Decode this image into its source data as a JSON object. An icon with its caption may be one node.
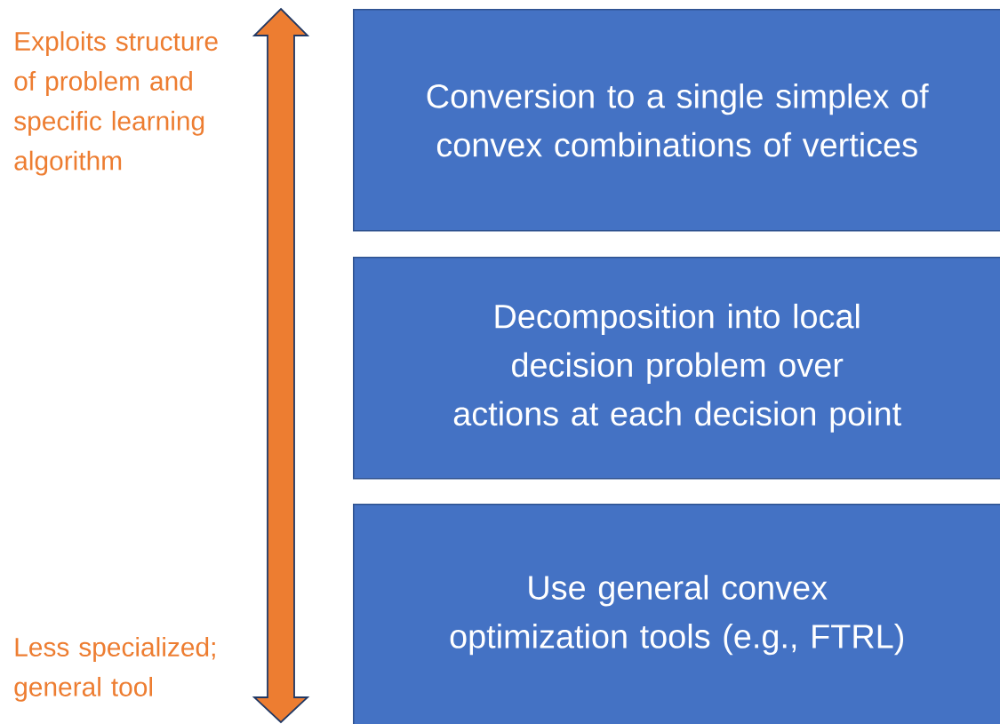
{
  "diagram": {
    "nodes": [
      {
        "text": [
          "Conversion to a single simplex of convex combinations of vertices"
        ]
      },
      {
        "text": [
          "Decomposition into local decision problem over actions at each decision point"
        ]
      },
      {
        "text": [
          "Use general convex optimization tools (e.g., FTRL)"
        ]
      }
    ],
    "labels": [
      "Exploits structure of problem and specific learning algorithm",
      "Less specialized; general tool"
    ]
  }
}
